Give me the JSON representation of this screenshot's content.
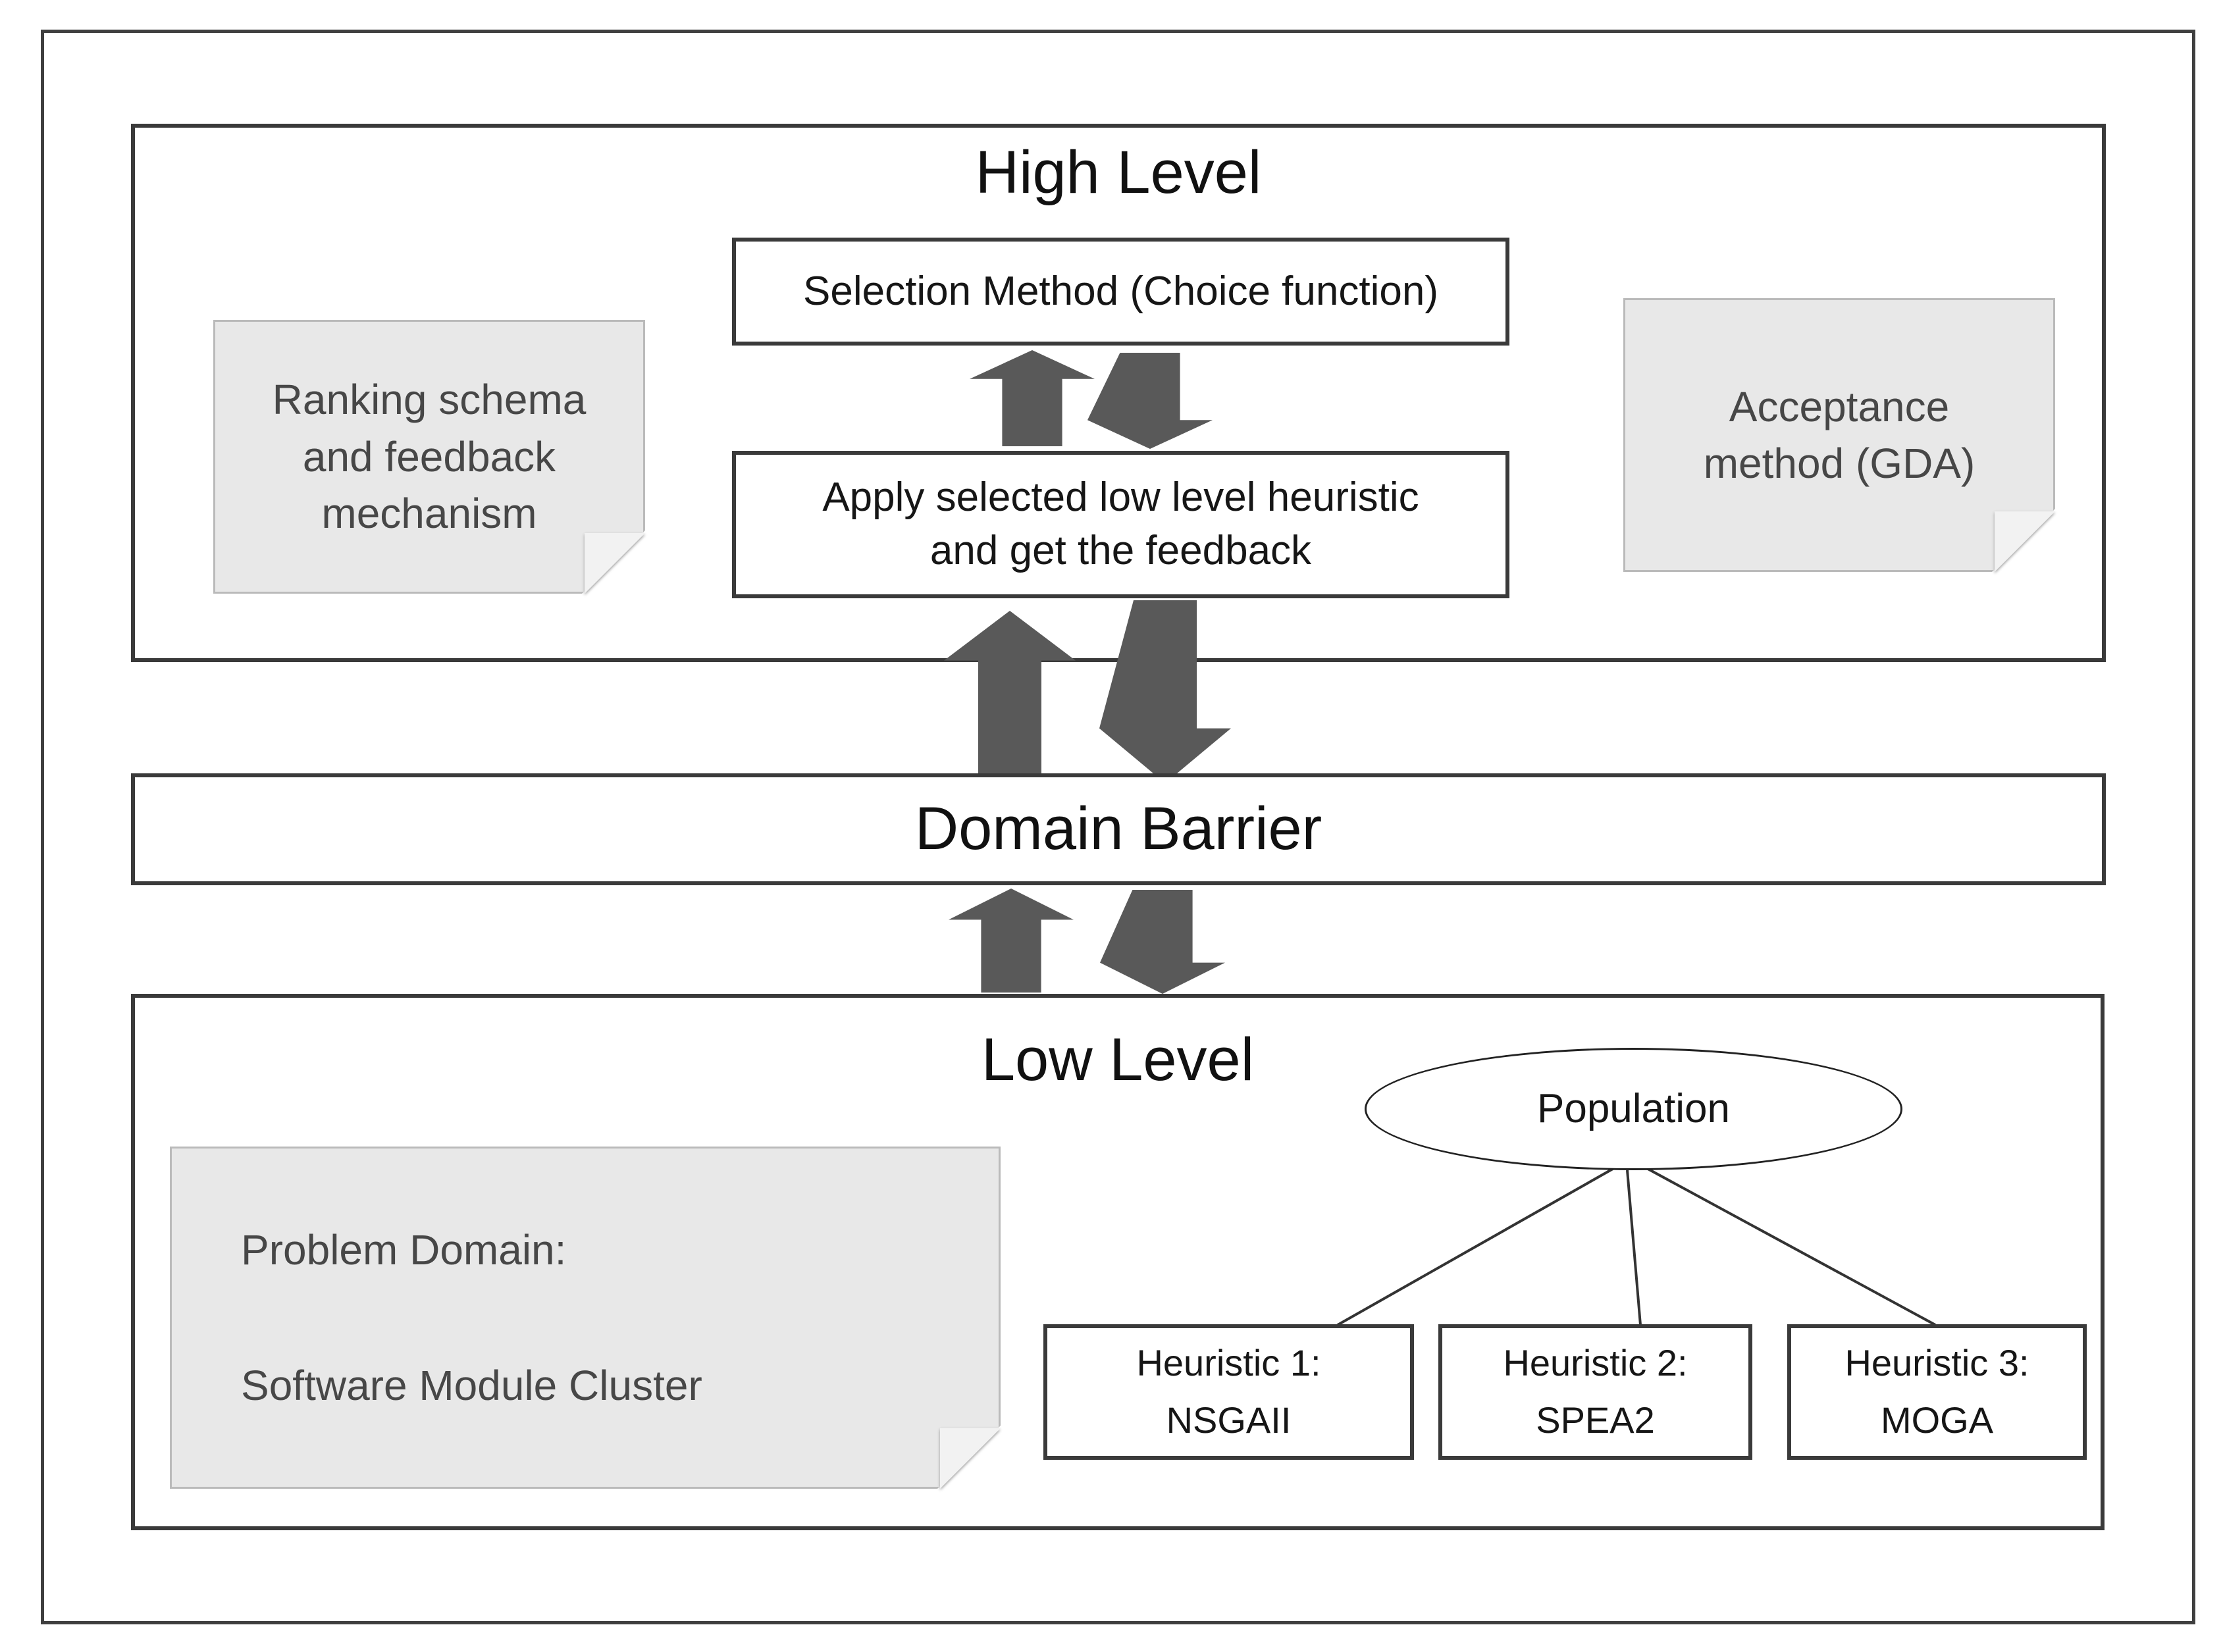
{
  "high_level": {
    "title": "High Level",
    "selection_method_label": "Selection Method (Choice function)",
    "apply_heuristic_lines": [
      "Apply selected low level heuristic",
      "and get the feedback"
    ],
    "ranking_note_lines": [
      "Ranking schema",
      "and feedback",
      "mechanism"
    ],
    "acceptance_note_lines": [
      "Acceptance",
      "method (GDA)"
    ]
  },
  "domain_barrier": {
    "title": "Domain Barrier"
  },
  "low_level": {
    "title": "Low Level",
    "problem_note_lines": [
      "Problem Domain:",
      "Software Module Cluster"
    ],
    "population_label": "Population",
    "heuristics": [
      {
        "line1": "Heuristic 1:",
        "line2": "NSGAII"
      },
      {
        "line1": "Heuristic 2:",
        "line2": "SPEA2"
      },
      {
        "line1": "Heuristic 3:",
        "line2": "MOGA"
      }
    ]
  },
  "colors": {
    "arrow": "#595959",
    "note_fill": "#e8e8e8",
    "note_border": "#bababa",
    "box_border": "#3a3a3a",
    "note_text": "#474747",
    "text": "#1a1a1a"
  }
}
